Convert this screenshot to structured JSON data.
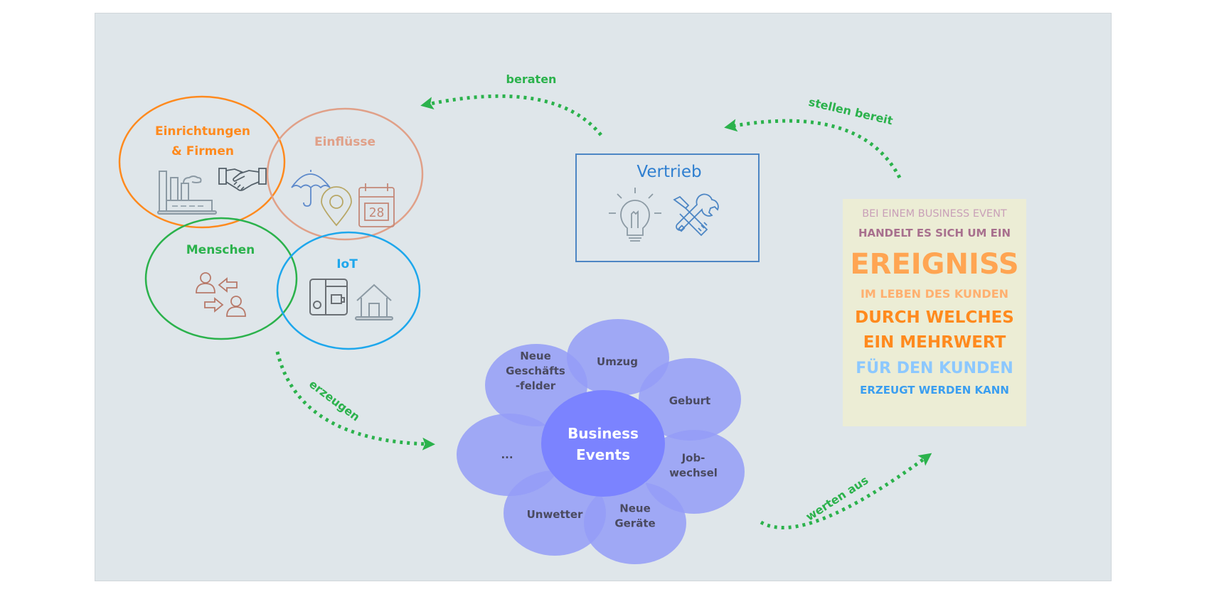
{
  "venn": {
    "circles": [
      {
        "id": "einrichtungen",
        "lines": [
          "Einrichtungen",
          "& Firmen"
        ],
        "color": "#ff8a1e",
        "icons": [
          "factory-icon",
          "handshake-icon"
        ]
      },
      {
        "id": "einfluesse",
        "lines": [
          "Einflüsse"
        ],
        "color": "#e0a088",
        "icons": [
          "umbrella-icon",
          "location-pin-icon",
          "calendar-icon"
        ]
      },
      {
        "id": "menschen",
        "lines": [
          "Menschen"
        ],
        "color": "#2bb24c",
        "icons": [
          "people-exchange-icon"
        ]
      },
      {
        "id": "iot",
        "lines": [
          "IoT"
        ],
        "color": "#1ea7ec",
        "icons": [
          "coffee-machine-icon",
          "house-icon"
        ]
      }
    ],
    "calendar_day": "28"
  },
  "vertrieb": {
    "title": "Vertrieb",
    "border_color": "#4d86c4",
    "icons": [
      "lightbulb-icon",
      "tools-icon"
    ]
  },
  "business_events": {
    "center": [
      "Business",
      "Events"
    ],
    "center_color": "#7b83ff",
    "petal_color": "#949cf7",
    "petals": [
      {
        "lines": [
          "Umzug"
        ]
      },
      {
        "lines": [
          "Geburt"
        ]
      },
      {
        "lines": [
          "Job-",
          "wechsel"
        ]
      },
      {
        "lines": [
          "Neue",
          "Geräte"
        ]
      },
      {
        "lines": [
          "Unwetter"
        ]
      },
      {
        "lines": [
          "..."
        ]
      },
      {
        "lines": [
          "Neue",
          "Geschäfts",
          "-felder"
        ]
      }
    ]
  },
  "arrows": {
    "color": "#2bb24c",
    "beraten": "beraten",
    "stellen_bereit": "stellen bereit",
    "erzeugen": "erzeugen",
    "werten_aus": "werten aus"
  },
  "definition": {
    "lines": [
      "BEI EINEM BUSINESS EVENT",
      "HANDELT ES SICH UM EIN",
      "EREIGNISS",
      "IM LEBEN DES KUNDEN",
      "DURCH WELCHES",
      "EIN MEHRWERT",
      "FÜR DEN KUNDEN",
      "ERZEUGT WERDEN KANN"
    ]
  }
}
